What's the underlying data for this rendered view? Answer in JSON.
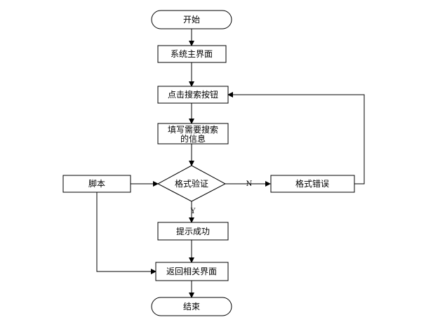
{
  "flowchart": {
    "start": "开始",
    "main_ui": "系统主界面",
    "click_search": "点击搜索按钮",
    "fill_info_line1": "填写需要搜索",
    "fill_info_line2": "的信息",
    "script": "脚本",
    "format_check": "格式验证",
    "format_error": "格式错误",
    "success": "提示成功",
    "return": "返回相关界面",
    "end": "结束",
    "label_no": "N",
    "label_yes": "Y"
  }
}
